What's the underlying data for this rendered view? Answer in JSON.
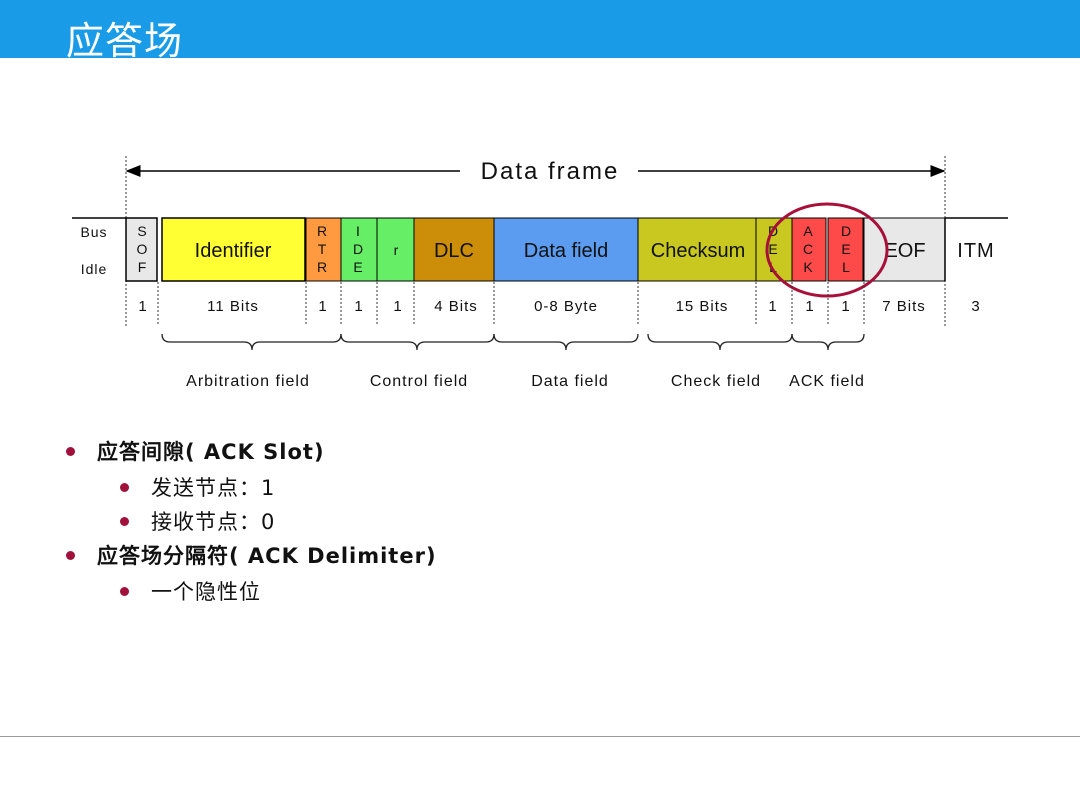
{
  "slide": {
    "title": "应答场"
  },
  "diagram": {
    "frame_label": "Data frame",
    "bus_idle": [
      "Bus",
      "Idle"
    ],
    "fields": [
      {
        "id": "sof",
        "letters": [
          "S",
          "O",
          "F"
        ],
        "bits": "1",
        "color": "#e8e8e8"
      },
      {
        "id": "identifier",
        "label": "Identifier",
        "bits": "11 Bits",
        "color": "#ffff33"
      },
      {
        "id": "rtr",
        "letters": [
          "R",
          "T",
          "R"
        ],
        "bits": "1",
        "color": "#ff9a40"
      },
      {
        "id": "ide",
        "letters": [
          "I",
          "D",
          "E"
        ],
        "bits": "1",
        "color": "#66ee66"
      },
      {
        "id": "r",
        "label": "r",
        "bits": "1",
        "color": "#66ee66"
      },
      {
        "id": "dlc",
        "label": "DLC",
        "bits": "4 Bits",
        "color": "#cc8e08"
      },
      {
        "id": "data",
        "label": "Data field",
        "bits": "0-8 Byte",
        "color": "#5b9bf0"
      },
      {
        "id": "checksum",
        "label": "Checksum",
        "bits": "15 Bits",
        "color": "#c8c820"
      },
      {
        "id": "crc-del",
        "letters": [
          "D",
          "E",
          "L"
        ],
        "bits": "1",
        "color": "#c8c820"
      },
      {
        "id": "ack",
        "letters": [
          "A",
          "C",
          "K"
        ],
        "bits": "1",
        "color": "#ff4a4a"
      },
      {
        "id": "ack-del",
        "letters": [
          "D",
          "E",
          "L"
        ],
        "bits": "1",
        "color": "#ff4a4a"
      },
      {
        "id": "eof",
        "label": "EOF",
        "bits": "7 Bits",
        "color": "#e8e8e8"
      },
      {
        "id": "itm",
        "label": "ITM",
        "bits": "3",
        "color": "#ffffff"
      }
    ],
    "groups": [
      "Arbitration field",
      "Control field",
      "Data field",
      "Check field",
      "ACK field"
    ]
  },
  "bullets": [
    {
      "text": "应答间隙( ACK Slot)",
      "children": [
        "发送节点：1",
        "接收节点：0"
      ]
    },
    {
      "text": "应答场分隔符( ACK Delimiter)",
      "children": [
        "一个隐性位"
      ]
    }
  ],
  "colors": {
    "title_bar": "#1a9be8",
    "bullet": "#a0103a",
    "highlight_circle": "#a8103a"
  }
}
